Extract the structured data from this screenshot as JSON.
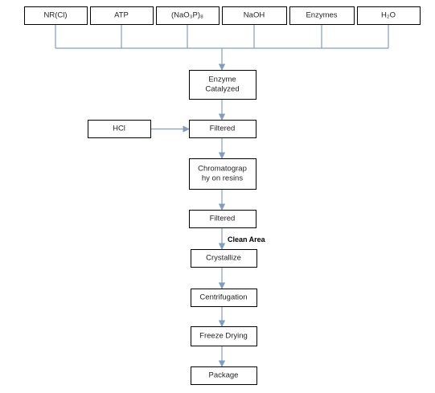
{
  "diagram": {
    "inputs": [
      {
        "id": "nrcl",
        "label": "NR(Cl)"
      },
      {
        "id": "atp",
        "label": "ATP"
      },
      {
        "id": "nao3p",
        "label": "(NaO₃P)₈"
      },
      {
        "id": "naoh",
        "label": "NaOH"
      },
      {
        "id": "enzymes",
        "label": "Enzymes"
      },
      {
        "id": "h2o",
        "label": "H₂O"
      }
    ],
    "side_input": {
      "id": "hcl",
      "label": "HCl"
    },
    "steps": [
      {
        "id": "enzyme-catalyzed",
        "lines": [
          "Enzyme",
          "Catalyzed"
        ]
      },
      {
        "id": "filtered-1",
        "lines": [
          "Filtered"
        ]
      },
      {
        "id": "chromatography",
        "lines": [
          "Chromatograp",
          "hy on resins"
        ]
      },
      {
        "id": "filtered-2",
        "lines": [
          "Filtered"
        ]
      },
      {
        "id": "crystallize",
        "lines": [
          "Crystallize"
        ]
      },
      {
        "id": "centrifugation",
        "lines": [
          "Centrifugation"
        ]
      },
      {
        "id": "freeze-drying",
        "lines": [
          "Freeze Drying"
        ]
      },
      {
        "id": "package",
        "lines": [
          "Package"
        ]
      }
    ],
    "annotation": "Clean Area",
    "colors": {
      "connector": "#7d9fc6",
      "box_border": "#000000"
    }
  }
}
